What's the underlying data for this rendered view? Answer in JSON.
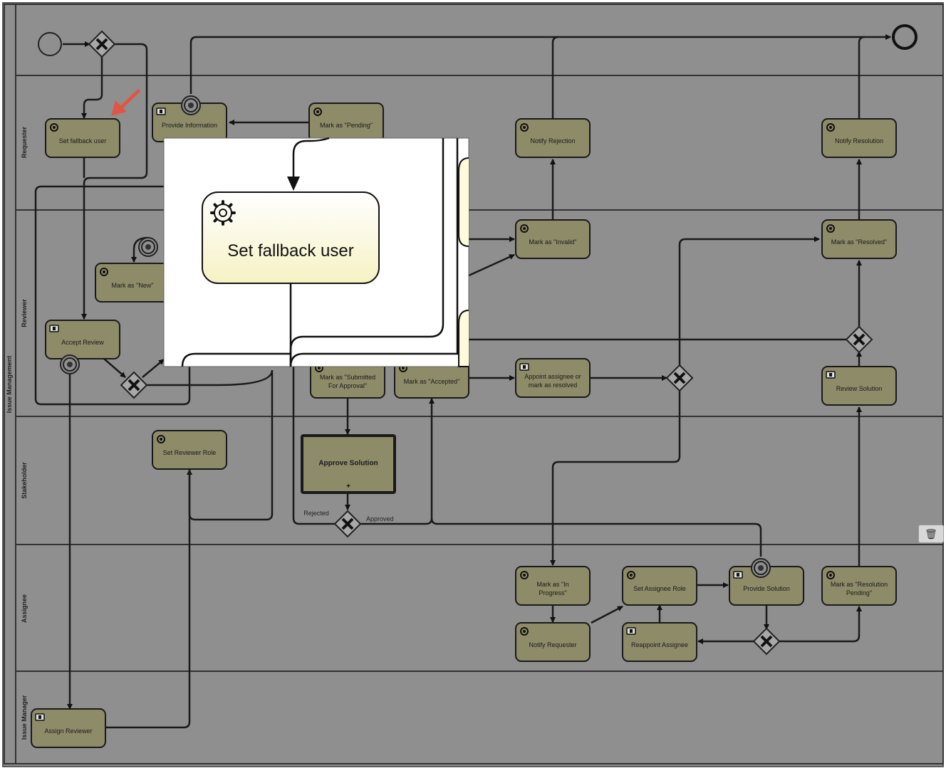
{
  "diagram": {
    "pool_label": "Issue Management",
    "lanes": [
      "Requester",
      "Reviewer",
      "Stakeholder",
      "Assignee",
      "Issue Manager"
    ],
    "tasks": {
      "set_fallback_user": {
        "label": "Set fallback user",
        "type": "service"
      },
      "provide_information": {
        "label": "Provide Information",
        "type": "user"
      },
      "mark_pending": {
        "label": "Mark as \"Pending\"",
        "type": "service"
      },
      "notify_rejection": {
        "label": "Notify Rejection",
        "type": "service"
      },
      "notify_resolution": {
        "label": "Notify Resolution",
        "type": "service"
      },
      "mark_new": {
        "label": "Mark as \"New\"",
        "type": "service"
      },
      "accept_review": {
        "label": "Accept Review",
        "type": "user"
      },
      "mark_invalid": {
        "label": "Mark as \"Invalid\"",
        "type": "service"
      },
      "mark_resolved": {
        "label": "Mark as \"Resolved\"",
        "type": "service"
      },
      "mark_submitted": {
        "label": "Mark as \"Submitted For Approval\"",
        "type": "service"
      },
      "mark_accepted": {
        "label": "Mark as \"Accepted\"",
        "type": "service"
      },
      "appoint_assignee": {
        "label": "Appoint assignee or mark as resolved",
        "type": "user"
      },
      "review_solution": {
        "label": "Review Solution",
        "type": "user"
      },
      "set_reviewer_role": {
        "label": "Set Reviewer Role",
        "type": "service"
      },
      "approve_solution": {
        "label": "Approve Solution",
        "type": "call"
      },
      "mark_in_progress": {
        "label": "Mark as \"In Progress\"",
        "type": "service"
      },
      "set_assignee_role": {
        "label": "Set Assignee Role",
        "type": "service"
      },
      "provide_solution": {
        "label": "Provide Solution",
        "type": "user"
      },
      "mark_resolution_pending": {
        "label": "Mark as \"Resolution Pending\"",
        "type": "service"
      },
      "notify_requester": {
        "label": "Notify Requester",
        "type": "service"
      },
      "reappoint_assignee": {
        "label": "Reappoint Assignee",
        "type": "user"
      },
      "assign_reviewer": {
        "label": "Assign Reviewer",
        "type": "user"
      }
    },
    "flow_labels": {
      "rejected": "Rejected",
      "approved": "Approved"
    },
    "zoom_label": "Set fallback user",
    "delete_icon": "trash-icon",
    "colors": {
      "overlay": "#8f8f8f",
      "task_fill": "#8d8b68",
      "zoom_fill": "#fdfbdc",
      "arrow": "#e05545"
    }
  }
}
